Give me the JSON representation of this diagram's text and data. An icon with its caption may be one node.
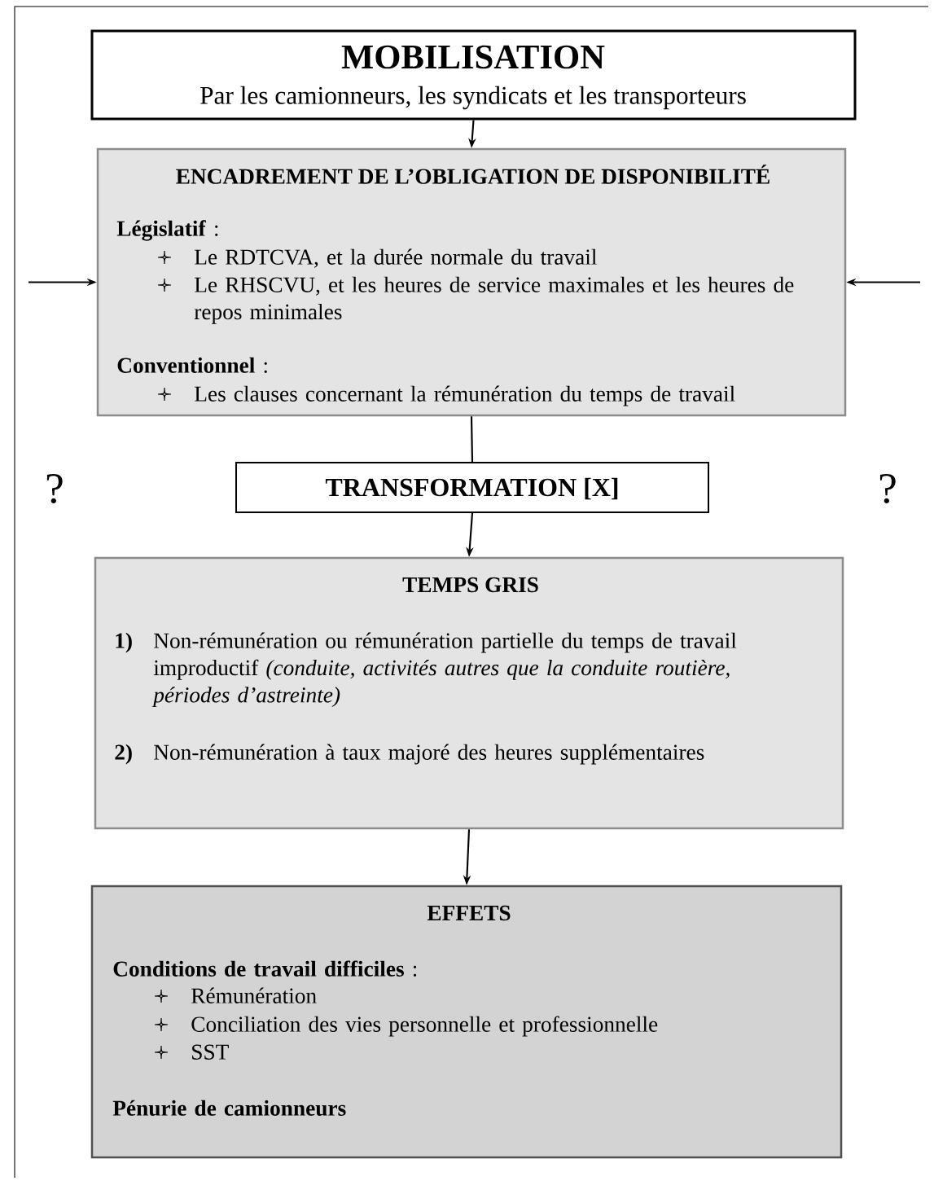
{
  "diagram": {
    "nodes": [
      {
        "text": [
          "MOBILISATION",
          "Par les camionneurs, les syndicats et les transporteurs"
        ]
      },
      {
        "text": [
          "ENCADREMENT DE L’OBLIGATION DE DISPONIBILITÉ",
          "**Législatif** :",
          "Le RDTCVA, et la durée normale du travail",
          "Le RHSCVU, et les heures de service maximales et les heures de repos minimales",
          "**Conventionnel** :",
          "Les clauses concernant la rémunération du temps de travail"
        ]
      },
      {
        "text": [
          "TRANSFORMATION [X]"
        ]
      },
      {
        "text": [
          "TEMPS GRIS",
          "1)",
          "Non-rémunération ou rémunération partielle du temps de travail improductif *(conduite, activités autres que la conduite routière, périodes d’astreinte)*",
          "2)",
          "Non-rémunération à taux majoré des heures supplémentaires"
        ]
      },
      {
        "text": [
          "EFFETS",
          "**Conditions de travail difficiles** :",
          "Rémunération",
          "Conciliation des vies personnelle et professionnelle",
          "SST",
          "Pénurie de camionneurs"
        ]
      }
    ],
    "edges": [
      {
        "from": 0,
        "to": 1,
        "arrow": "to"
      },
      {
        "from": 1,
        "to": 2,
        "arrow": "none"
      },
      {
        "from": 2,
        "to": 3,
        "arrow": "to"
      },
      {
        "from": 3,
        "to": 4,
        "arrow": "to"
      },
      {
        "from": null,
        "to": 1,
        "arrow": "to"
      },
      {
        "from": null,
        "to": 1,
        "arrow": "to"
      }
    ],
    "labels": [
      "?",
      "?"
    ]
  }
}
